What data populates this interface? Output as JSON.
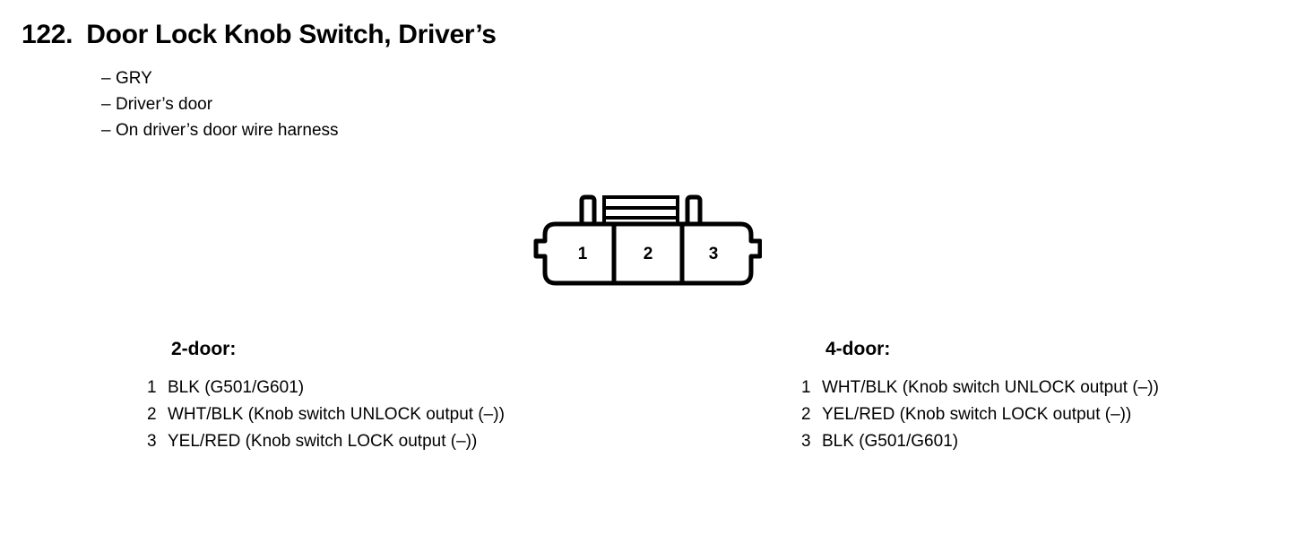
{
  "page": {
    "entry_number": "122.",
    "title": "Door Lock Knob Switch, Driver’s"
  },
  "specs": {
    "dash": "–",
    "items": [
      "GRY",
      "Driver’s door",
      "On driver’s door wire harness"
    ]
  },
  "connector": {
    "cavity_count": 3,
    "pin_labels": [
      "1",
      "2",
      "3"
    ],
    "outline_color": "#000000"
  },
  "tables": [
    {
      "heading": "2-door:",
      "rows": [
        {
          "pin": "1",
          "desc": "BLK (G501/G601)"
        },
        {
          "pin": "2",
          "desc": "WHT/BLK (Knob switch UNLOCK output (–))"
        },
        {
          "pin": "3",
          "desc": "YEL/RED (Knob switch LOCK output (–))"
        }
      ]
    },
    {
      "heading": "4-door:",
      "rows": [
        {
          "pin": "1",
          "desc": "WHT/BLK (Knob switch UNLOCK output (–))"
        },
        {
          "pin": "2",
          "desc": "YEL/RED (Knob switch LOCK output (–))"
        },
        {
          "pin": "3",
          "desc": "BLK (G501/G601)"
        }
      ]
    }
  ]
}
